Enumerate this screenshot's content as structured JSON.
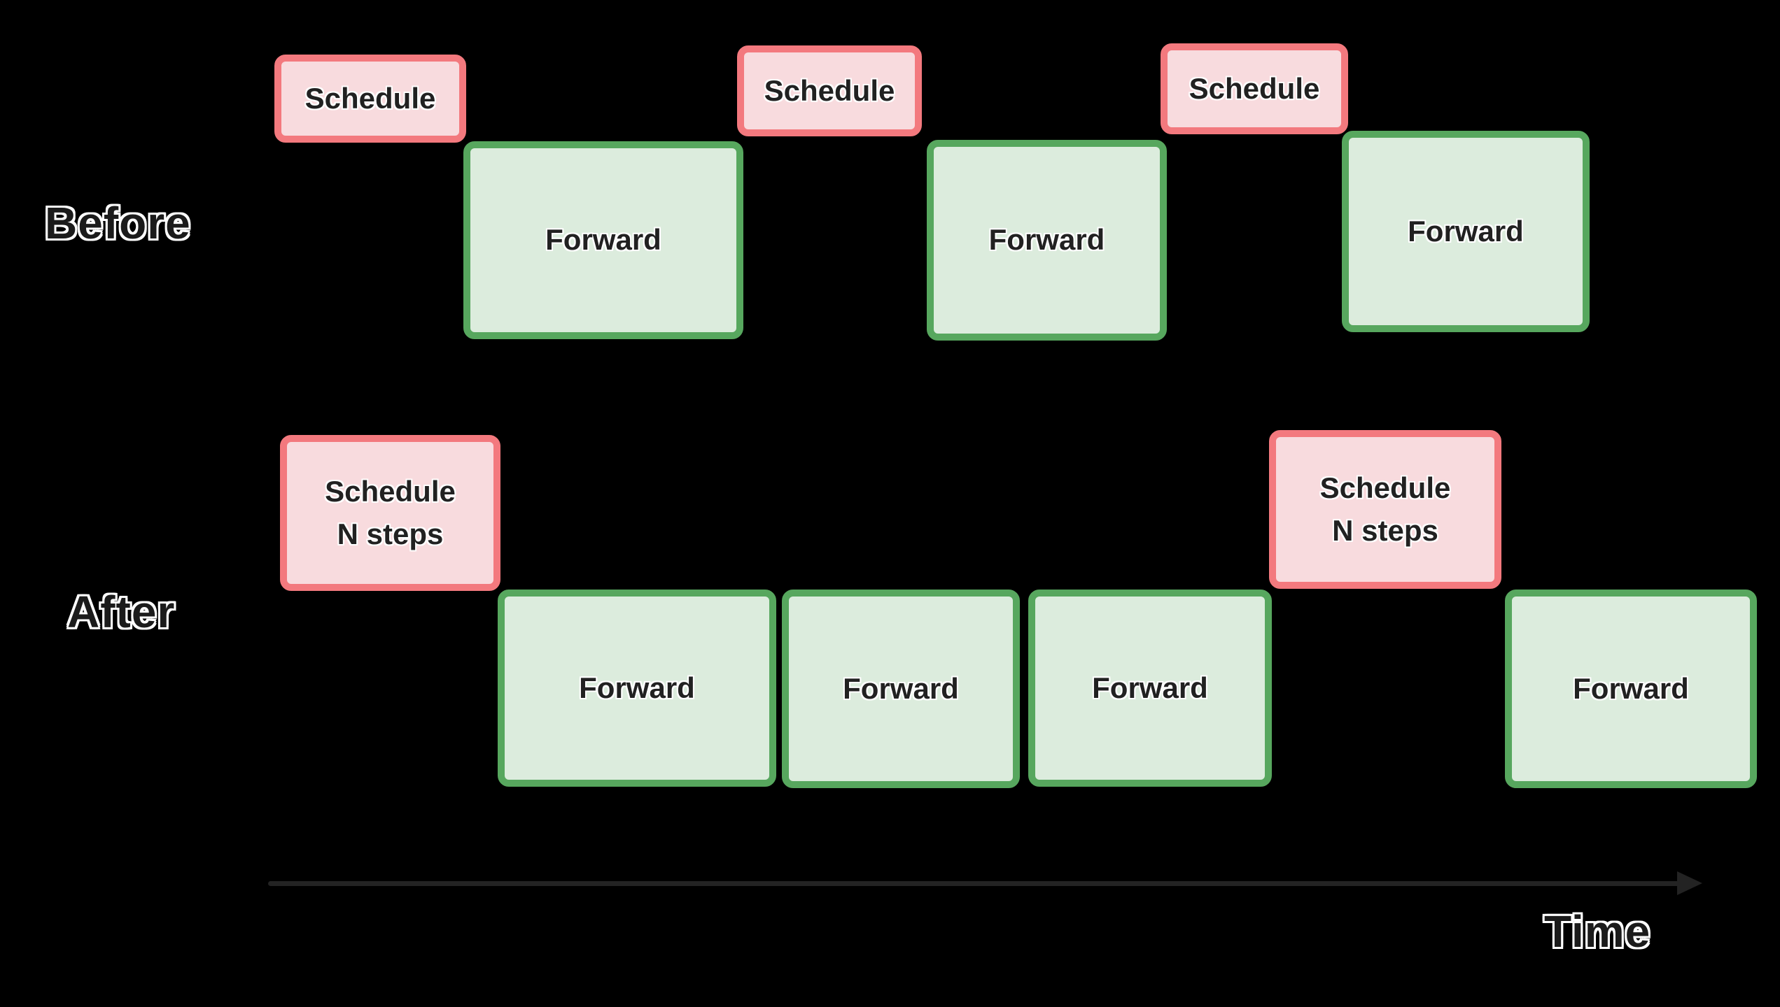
{
  "diagram": {
    "title_context": "Scheduling comparison timeline",
    "colors": {
      "background": "#000000",
      "schedule_fill": "#f8dbde",
      "schedule_border": "#f3797e",
      "forward_fill": "#dcecdd",
      "forward_border": "#57a75e",
      "box_text": "#212121",
      "axis_arrow": "#232323"
    },
    "before": {
      "label": "Before",
      "schedule1": "Schedule",
      "forward1": "Forward",
      "schedule2": "Schedule",
      "forward2": "Forward",
      "schedule3": "Schedule",
      "forward3": "Forward"
    },
    "after": {
      "label": "After",
      "schedule1_line1": "Schedule",
      "schedule1_line2": "N steps",
      "forward1": "Forward",
      "forward2": "Forward",
      "forward3": "Forward",
      "schedule2_line1": "Schedule",
      "schedule2_line2": "N steps",
      "forward4": "Forward"
    },
    "axis": {
      "label": "Time",
      "icon": "right-arrow-icon"
    }
  }
}
